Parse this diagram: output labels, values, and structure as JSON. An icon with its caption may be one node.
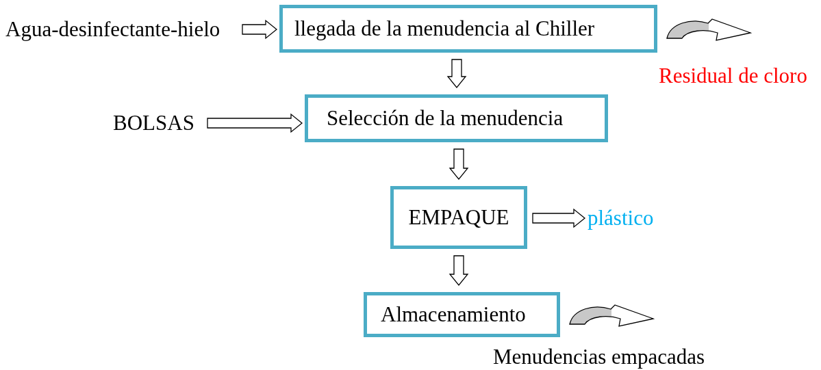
{
  "diagram": {
    "nodes": [
      {
        "text": [
          "Agua-desinfectante-hielo"
        ]
      },
      {
        "text": [
          "llegada de la menudencia al Chiller"
        ]
      },
      {
        "text": [
          "Residual de cloro"
        ]
      },
      {
        "text": [
          "BOLSAS"
        ]
      },
      {
        "text": [
          "Selección de la menudencia"
        ]
      },
      {
        "text": [
          "EMPAQUE"
        ]
      },
      {
        "text": [
          "plástico"
        ]
      },
      {
        "text": [
          "Almacenamiento"
        ]
      },
      {
        "text": [
          "Menudencias empacadas"
        ]
      }
    ],
    "edges": [
      {
        "from": 0,
        "to": 1,
        "arrow": "to"
      },
      {
        "from": 1,
        "to": 2,
        "arrow": "to"
      },
      {
        "from": 1,
        "to": 4,
        "arrow": "to"
      },
      {
        "from": 3,
        "to": 4,
        "arrow": "to"
      },
      {
        "from": 4,
        "to": 5,
        "arrow": "to"
      },
      {
        "from": 5,
        "to": 6,
        "arrow": "to"
      },
      {
        "from": 5,
        "to": 7,
        "arrow": "to"
      },
      {
        "from": 7,
        "to": 8,
        "arrow": "to"
      }
    ]
  }
}
